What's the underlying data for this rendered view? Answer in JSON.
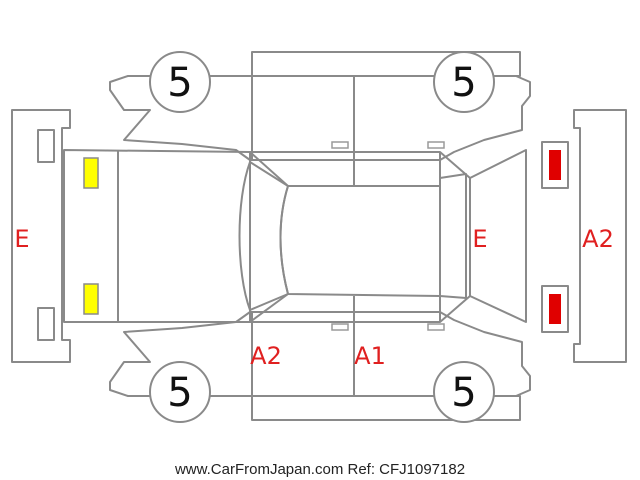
{
  "tires": {
    "front_left": "5",
    "front_right": "5",
    "rear_left": "5",
    "rear_right": "5"
  },
  "damage_codes": {
    "front_bumper": "E",
    "windshield": "E",
    "rear_bumper": "A2",
    "left_side_front": "A2",
    "left_side_rear": "A1"
  },
  "footer": {
    "source": "www.CarFromJapan.com Ref: CFJ1097182"
  },
  "colors": {
    "code_text": "#e02020",
    "outline": "#8a8a8a",
    "headlight": "#ffff00",
    "taillight": "#e00000"
  }
}
